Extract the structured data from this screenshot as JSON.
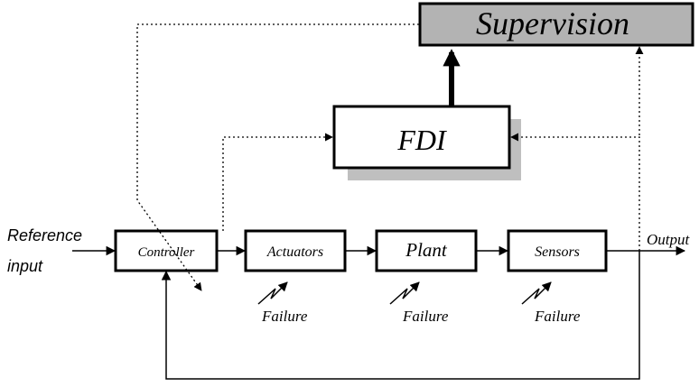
{
  "blocks": {
    "supervision": "Supervision",
    "fdi": "FDI",
    "controller": "Controller",
    "actuators": "Actuators",
    "plant": "Plant",
    "sensors": "Sensors"
  },
  "labels": {
    "reference_line1": "Reference",
    "reference_line2": "input",
    "output": "Output",
    "failure_actuators": "Failure",
    "failure_plant": "Failure",
    "failure_sensors": "Failure"
  },
  "colors": {
    "supervision_fill": "#b3b3b3",
    "shadow": "#bfbfbf"
  }
}
